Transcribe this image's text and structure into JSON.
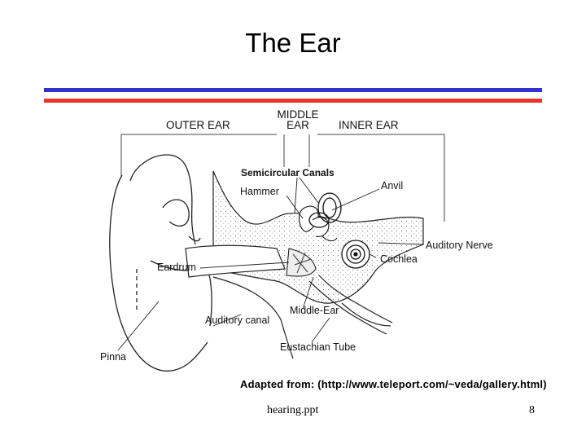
{
  "slide": {
    "title": "The Ear",
    "caption": "Adapted from: (http://www.teleport.com/~veda/gallery.html)",
    "footer_file": "hearing.ppt",
    "page_number": "8"
  },
  "diagram": {
    "sections": {
      "outer": "OUTER EAR",
      "middle_line1": "MIDDLE",
      "middle_line2": "EAR",
      "inner": "INNER EAR"
    },
    "labels": {
      "semicircular_canals": "Semicircular Canals",
      "hammer": "Hammer",
      "anvil": "Anvil",
      "auditory_nerve": "Auditory Nerve",
      "cochlea": "Cochlea",
      "eardrum": "Eardrum",
      "middle_ear": "Middle-Ear",
      "auditory_canal": "Auditory canal",
      "eustachian_tube": "Eustachian Tube",
      "pinna": "Pinna"
    }
  },
  "colors": {
    "rule_blue": "#3333cc",
    "rule_red": "#e8342a"
  }
}
